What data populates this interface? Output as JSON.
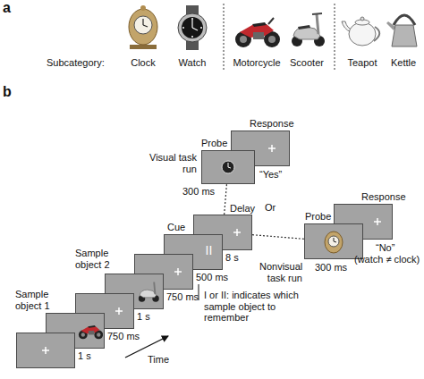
{
  "diagram": {
    "nodes": [
      {
        "text": [
          "Sample object 1"
        ]
      },
      {
        "text": [
          "Sample object 2"
        ]
      },
      {
        "text": [
          "Cue",
          "II"
        ]
      },
      {
        "text": [
          "Delay"
        ]
      },
      {
        "text": [
          "Probe"
        ]
      },
      {
        "text": [
          "Response"
        ]
      },
      {
        "text": [
          "Probe"
        ]
      },
      {
        "text": [
          "Response"
        ]
      }
    ],
    "edges": [
      {
        "from": 3,
        "to": 4,
        "arrow": "none"
      },
      {
        "from": 3,
        "to": 6,
        "arrow": "none"
      }
    ],
    "labels": [
      "a",
      "Subcategory:",
      "Clock",
      "Watch",
      "Motorcycle",
      "Scooter",
      "Teapot",
      "Kettle",
      "b",
      "Visual task run",
      "“Yes”",
      "300 ms",
      "Or",
      "Nonvisual task run",
      "300 ms",
      "“No”",
      "(watch ≠ clock)",
      "8 s",
      "500 ms",
      "I or II: indicates which sample object to remember",
      "1 s",
      "750 ms",
      "1 s",
      "750 ms",
      "Time"
    ]
  }
}
